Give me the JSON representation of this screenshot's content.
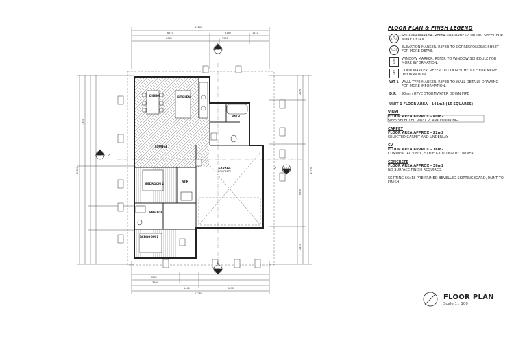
{
  "legend": {
    "title": "FLOOR PLAN & FINSH LEGEND",
    "items": [
      {
        "symbol_top": "A",
        "symbol_bottom": "A150",
        "text": "SECTION MARKER. REFER TO CORRESPONDING SHEET FOR MORE DETAIL"
      },
      {
        "symbol_top": "",
        "symbol_bottom": "A120",
        "text": "ELEVATION MARKER. REFER TO CORRESPONDING SHEET FOR MORE DETAIL"
      },
      {
        "symbol_top": "W",
        "symbol_bottom": "1",
        "text": "WINDOW MARKER. REFER TO WINDOW SCHEDULE FOR MORE INFORMATION."
      },
      {
        "symbol_top": "D",
        "symbol_bottom": "1",
        "text": "DOOR MARKER. REFER TO DOOR SCHEDULE FOR MORE INFORMATION."
      },
      {
        "symbol_top": "",
        "symbol_bottom": "WT-1",
        "text": "WALL TYPE MARKER. REFER TO WALL DETAILS DRAWING FOR MORE INFORMATION."
      },
      {
        "symbol_top": "",
        "symbol_bottom": "D.P.",
        "text": "90mm UPVC STORMWATER DOWN PIPE"
      }
    ],
    "unit_area": "UNIT 1 FLOOR AREA - 141m2 (15 SQUARES)",
    "finishes": [
      {
        "code": "VINYL",
        "area": "FLOOR AREA APPROX - 40m2",
        "desc": "5mm SELECTED VINYL PLANK FLOORING"
      },
      {
        "code": "CARPET",
        "area": "FLOOR AREA APPROX - 22m2",
        "desc": "SELECTED CARPET AND UNDERLAY"
      },
      {
        "code": "CV",
        "area": "FLOOR AREA APPROX - 16m2",
        "desc": "COMMERCIAL VINYL, STYLE & COLOUR BY OWNER"
      },
      {
        "code": "CONCRETE",
        "area": "FLOOR AREA APPROX - 38m2",
        "desc": "NO SURFACE FINISH REQUIRED."
      }
    ],
    "skirting": "SKIRTING 66x18 PRE PRIMED BEVELLED SKIRTINGBOARD, PAINT TO FINISH."
  },
  "title_block": {
    "name": "FLOOR PLAN",
    "scale": "Scale 1 : 100"
  },
  "rooms": {
    "dining": "DINING",
    "kitchen": "KITCHEN",
    "lounge": "LOUNGE",
    "bath": "BATH",
    "bedroom2": "BEDROOM 2",
    "bedroom1": "BEDROOM 1",
    "ensuite": "ENSUITE",
    "wir": "WIR",
    "garage": "GARAGE",
    "garage_floor": "CONCRETE"
  },
  "dimensions": {
    "top_overall": "11260",
    "top_a": "6570",
    "top_b": "3180",
    "top_c": "1510",
    "top_d": "6080",
    "top_e": "3590",
    "bottom_a": "3800",
    "bottom_b": "3600",
    "bottom_c": "5890",
    "bottom_d": "1440",
    "bottom_overall": "11260",
    "left_overall": "15820",
    "left_a": "7350",
    "right_overall": "15790",
    "right_a": "6890",
    "right_b": "2150",
    "right_c": "2290"
  },
  "markers": {
    "elev_left": "U103",
    "elev_left_num": "2",
    "elev_right": "U101",
    "elev_right_num": "2",
    "elev_top": "U102",
    "elev_top_num": "1",
    "elev_bottom": "U100",
    "elev_bottom_num": "1"
  }
}
